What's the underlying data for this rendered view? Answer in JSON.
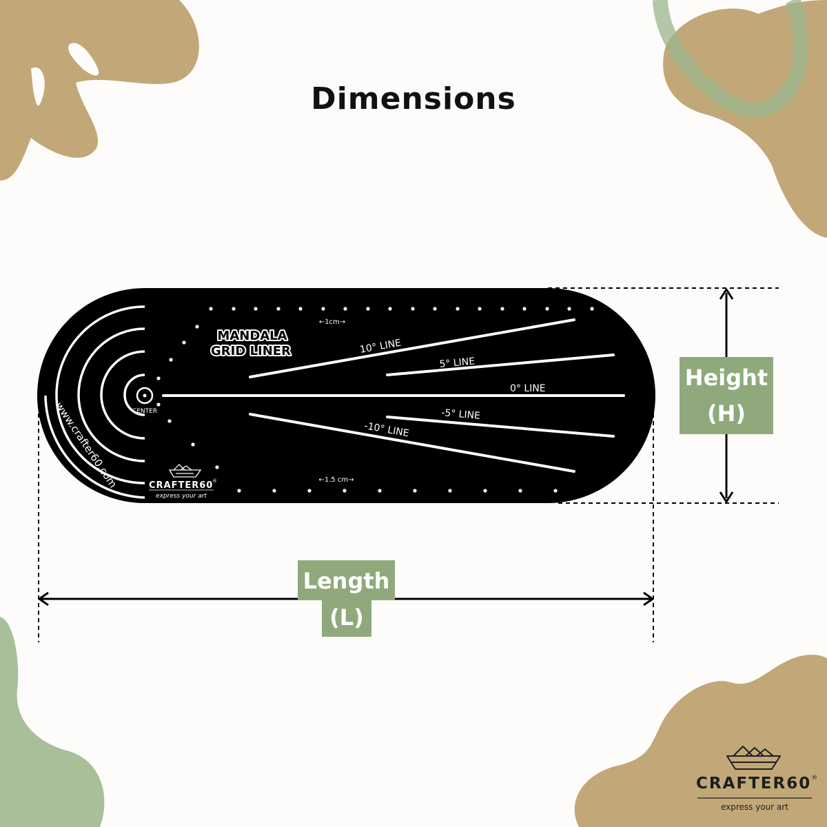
{
  "title": "Dimensions",
  "colors": {
    "accent_tan": "#c2a878",
    "accent_sage": "#a8bf9a",
    "label_bg": "#8fa97c",
    "ruler": "#000000"
  },
  "ruler": {
    "title_line1": "MANDALA",
    "title_line2": "GRID LINER",
    "center_label": "CENTER",
    "website": "www.crafter60.com",
    "scale_top": "←1cm→",
    "scale_bottom": "←1.5 cm→",
    "lines": {
      "plus10": "10° LINE",
      "plus5": "5° LINE",
      "zero": "0° LINE",
      "minus5": "-5° LINE",
      "minus10": "-10° LINE"
    },
    "brand_name": "CRAFTER60",
    "brand_registered": "®",
    "brand_tagline": "express your art"
  },
  "height_label": {
    "line1": "Height",
    "line2": "(H)"
  },
  "length_label": {
    "line1": "Length",
    "line2": "(L)"
  },
  "footer_brand": {
    "name": "CRAFTER60",
    "registered": "®",
    "tagline": "express your art",
    "icon": "paper-boat-icon"
  }
}
